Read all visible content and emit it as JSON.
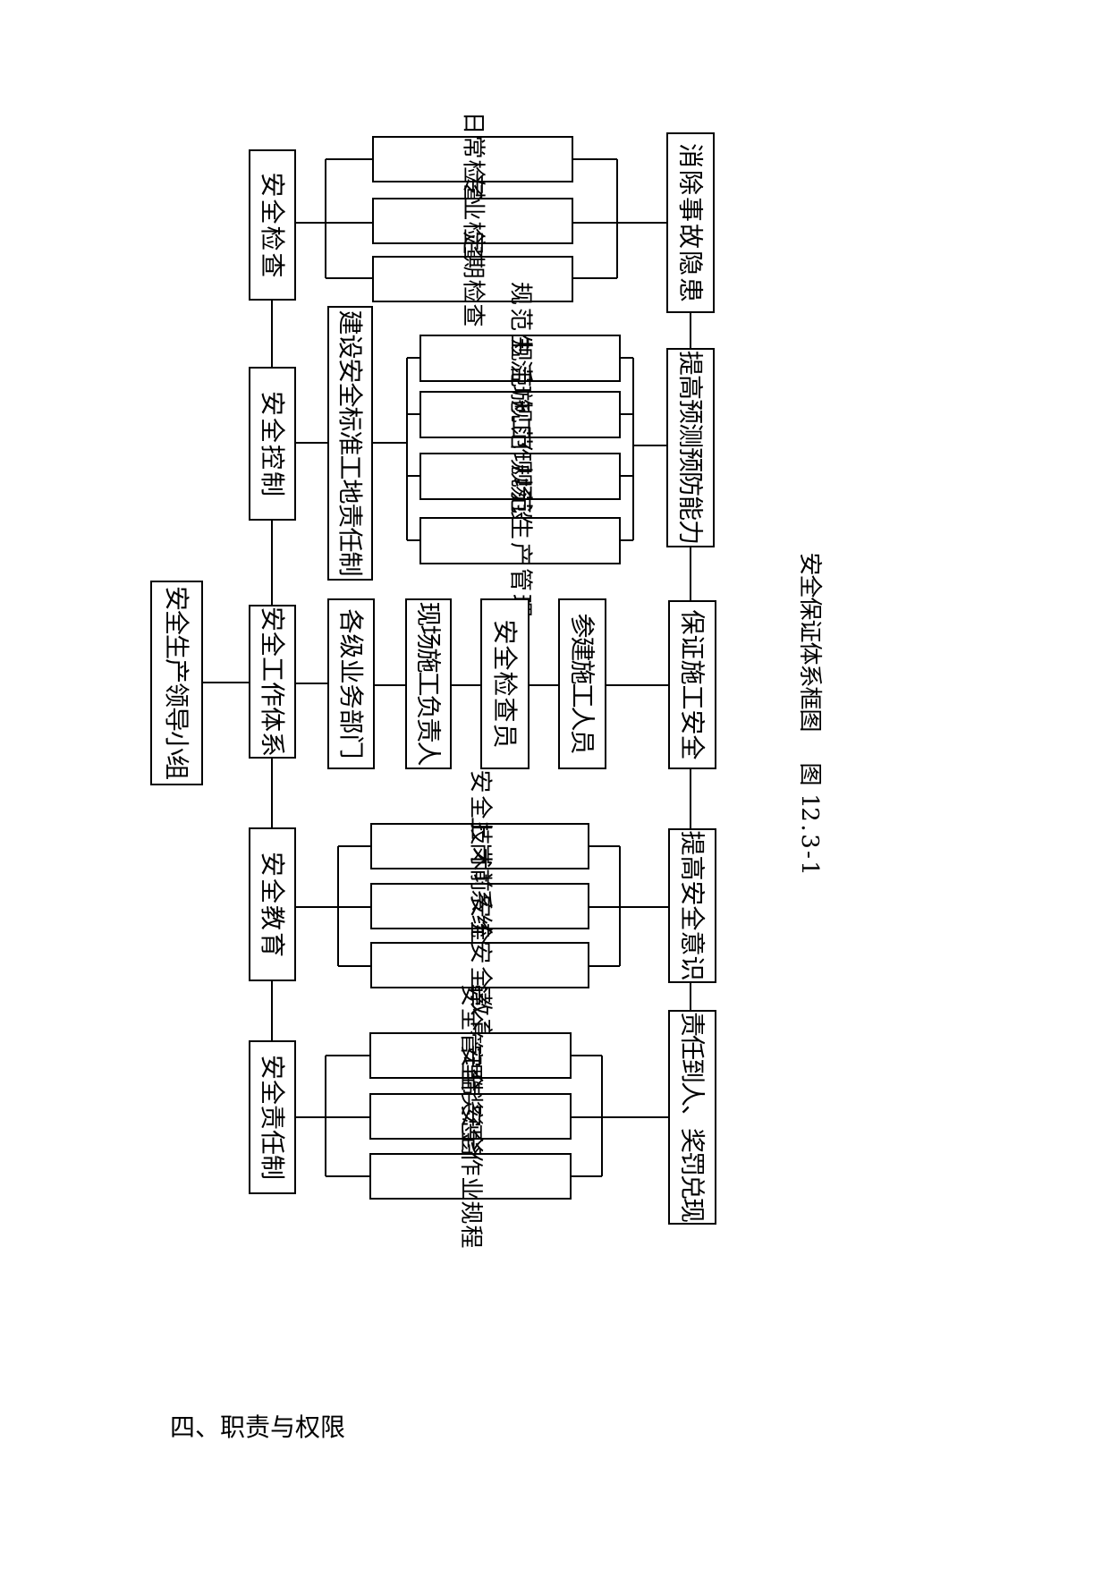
{
  "diagram": {
    "leader": "安全生产领导小组",
    "top": {
      "responsibility": "安全责任制",
      "education": "安全教育",
      "system": "安全工作体系",
      "control": "安全控制",
      "inspection": "安全检查"
    },
    "responsibility_items": [
      "安全作业规程",
      "安全奖惩条例",
      "安全管理制度"
    ],
    "education_items": [
      "系统安全教育",
      "上岗前安全教育",
      "安全技术培训"
    ],
    "system_items": [
      "各级业务部门",
      "现场施工负责人",
      "安全检查员",
      "参建施工人员"
    ],
    "control_main": "建设安全标准工地责任制",
    "control_items": [
      "规范生产管理",
      "规范现场设施",
      "规范施工作业",
      "规范生活环境"
    ],
    "inspection_items": [
      "定期检查",
      "专业检查",
      "日常检查"
    ],
    "outcomes": {
      "responsibility": "责任到人、奖罚兑现",
      "education": "提高安全意识",
      "system": "保证施工安全",
      "control": "提高预测预防能力",
      "inspection": "消除事故隐患"
    },
    "caption_number": "图 12.3-1",
    "caption_title": "安全保证体系框图"
  },
  "section_heading": "四、职责与权限"
}
